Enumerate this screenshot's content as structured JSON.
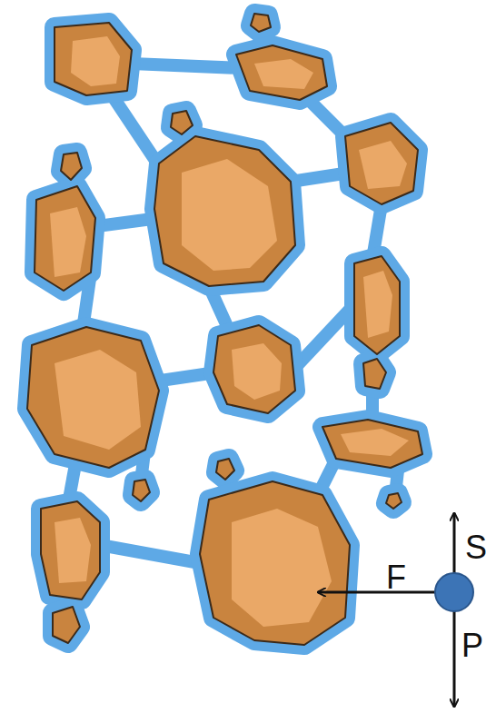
{
  "diagram": {
    "labels": [
      "S",
      "F",
      "P"
    ]
  }
}
